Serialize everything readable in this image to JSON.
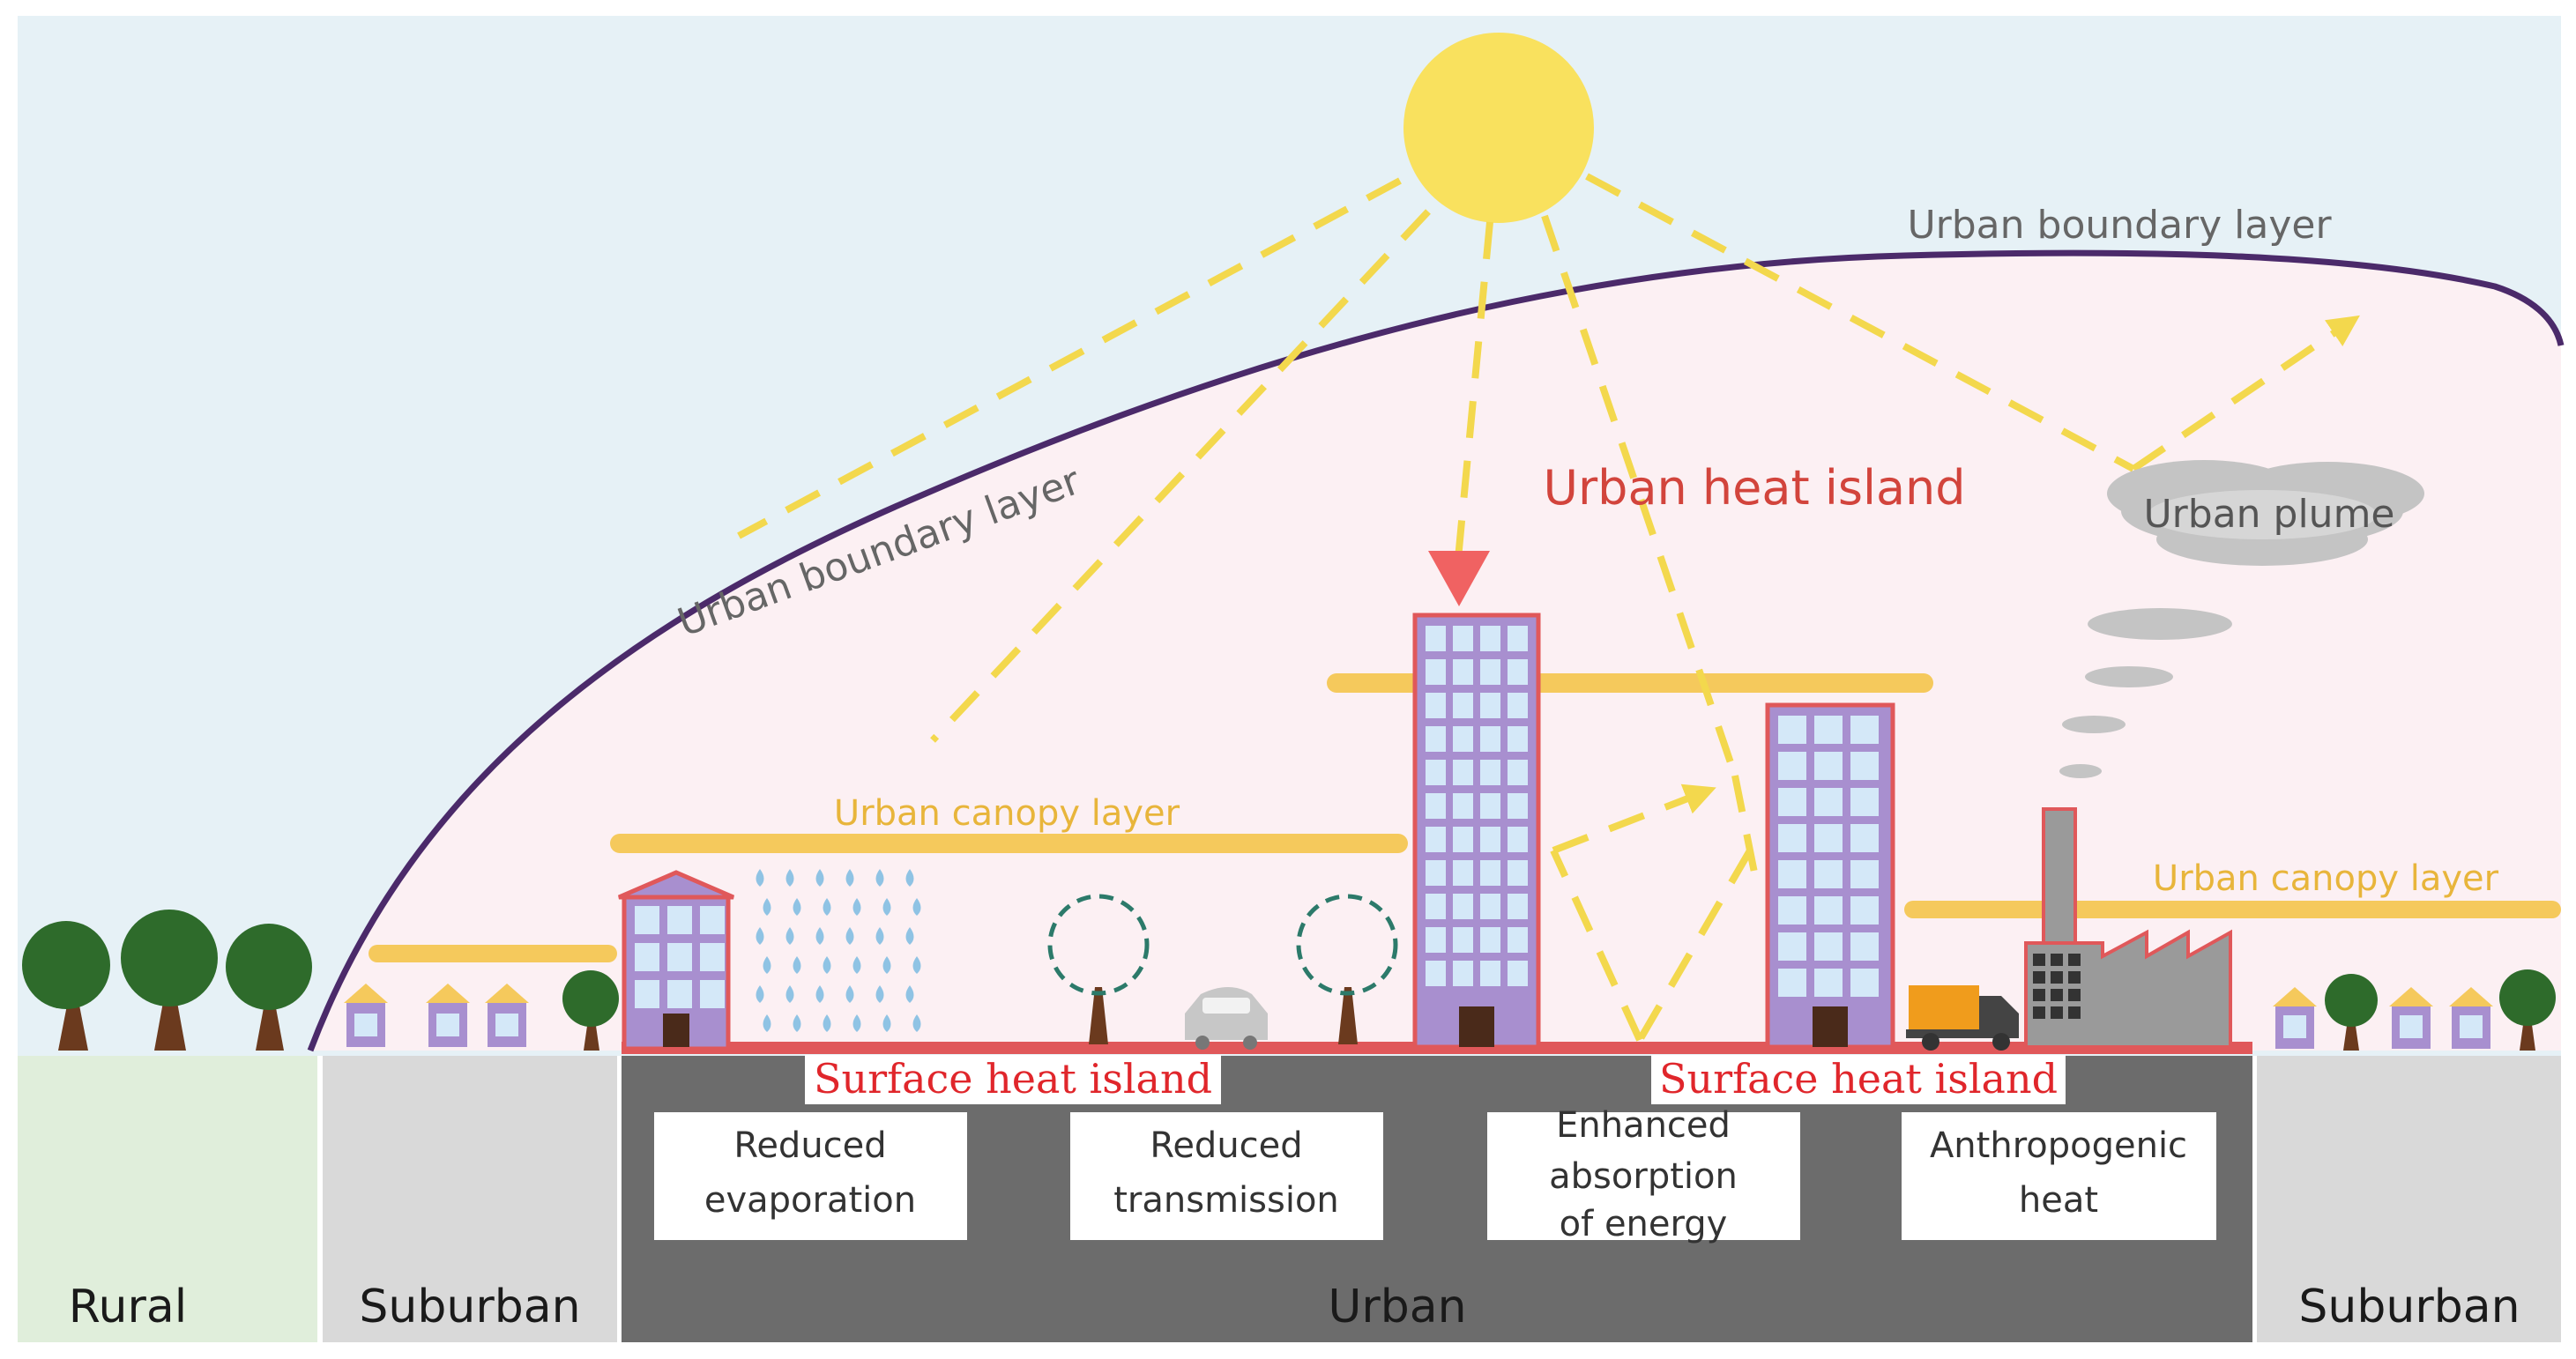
{
  "colors": {
    "sky": "#e6f1f6",
    "dome": "#fcf0f3",
    "boundary_line": "#4b2a6a",
    "ray": "#f3d84d",
    "sun": "#f9e15e",
    "canopy": "#f5c95c",
    "heat_red": "#e0262b",
    "building_fill": "#a88fcf",
    "building_stroke": "#e0585a",
    "window": "#d4e8f8",
    "tree_crown": "#2e6b2b",
    "trunk": "#6b3a1e",
    "rural_ground": "#e0eedb",
    "suburban_ground": "#d9d9d9",
    "urban_ground": "#6c6c6c",
    "cloud": "#c4c4c4"
  },
  "labels": {
    "boundary_layer_left": "Urban boundary layer",
    "boundary_layer_top": "Urban boundary layer",
    "heat_island": "Urban heat island",
    "plume": "Urban plume",
    "canopy_left": "Urban canopy layer",
    "canopy_right": "Urban canopy layer",
    "surface_heat_left": "Surface heat island",
    "surface_heat_right": "Surface heat island"
  },
  "effects": [
    {
      "line1": "Reduced",
      "line2": "evaporation",
      "line3": ""
    },
    {
      "line1": "Reduced",
      "line2": "transmission",
      "line3": ""
    },
    {
      "line1": "Enhanced",
      "line2": "absorption",
      "line3": "of energy"
    },
    {
      "line1": "Anthropogenic",
      "line2": "heat",
      "line3": ""
    }
  ],
  "zones": {
    "rural": "Rural",
    "suburban_left": "Suburban",
    "urban": "Urban",
    "suburban_right": "Suburban"
  }
}
